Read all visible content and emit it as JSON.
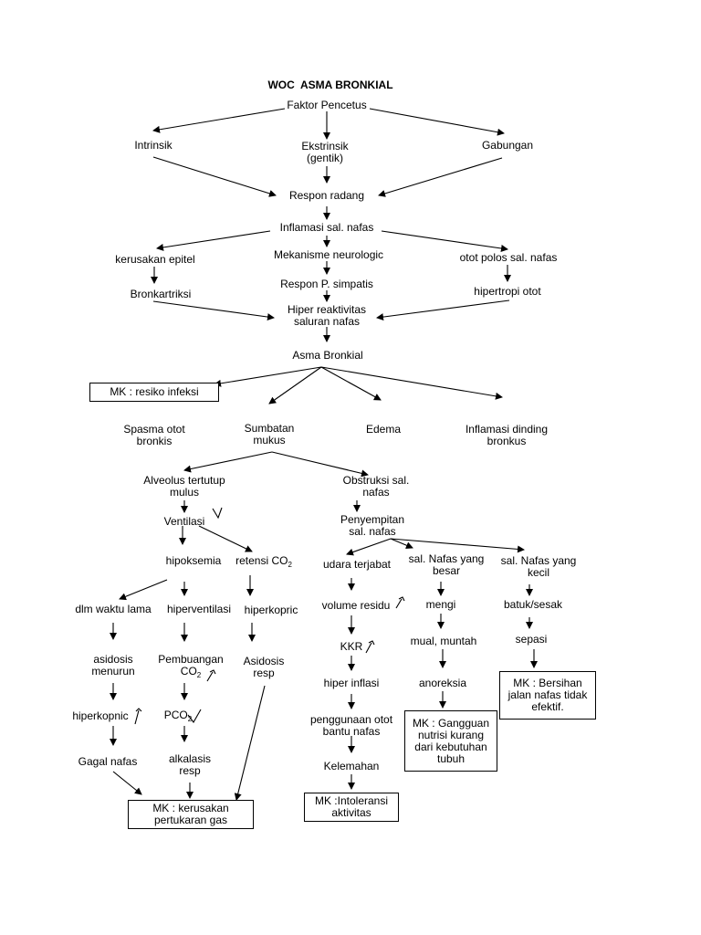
{
  "title": "WOC  ASMA BRONKIAL",
  "nodes": {
    "faktor": "Faktor Pencetus",
    "intrinsik": "Intrinsik",
    "ekstrinsik": "Ekstrinsik\n(gentik)",
    "gabungan": "Gabungan",
    "respon_radang": "Respon radang",
    "inflamasi_sal": "Inflamasi sal. nafas",
    "kerusakan_epitel": "kerusakan epitel",
    "mekanisme": "Mekanisme neurologic",
    "otot_polos": "otot polos sal. nafas",
    "bronkartriksi": "Bronkartriksi",
    "respon_p": "Respon P. simpatis",
    "hipertropi": "hipertropi otot",
    "hiper_reaktivitas": "Hiper reaktivitas\nsaluran nafas",
    "asma": "Asma Bronkial",
    "spasma": "Spasma otot\nbronkis",
    "sumbatan": "Sumbatan\nmukus",
    "edema": "Edema",
    "inflamasi_dinding": "Inflamasi dinding\nbronkus",
    "alveolus": "Alveolus tertutup\nmulus",
    "obstruksi": "Obstruksi sal.\nnafas",
    "ventilasi": "Ventilasi",
    "penyempitan": "Penyempitan\nsal. nafas",
    "hipoksemia": "hipoksemia",
    "retensi": "retensi CO",
    "udara": "udara terjabat",
    "sal_besar": "sal. Nafas yang\nbesar",
    "sal_kecil": "sal. Nafas yang\nkecil",
    "dlm_waktu": "dlm waktu lama",
    "hiperventilasi": "hiperventilasi",
    "hiperkopric": "hiperkopric",
    "volume_residu": "volume residu",
    "mengi": "mengi",
    "batuk": "batuk/sesak",
    "kkr": "KKR",
    "mual": "mual, muntah",
    "sepasi": "sepasi",
    "asidosis_menurun": "asidosis\nmenurun",
    "pembuangan": "Pembuangan\nCO",
    "asidosis_resp": "Asidosis\nresp",
    "hiper_inflasi": "hiper inflasi",
    "anoreksia": "anoreksia",
    "hiperkopnic": "hiperkopnic",
    "pco": "PCO",
    "penggunaan": "penggunaan otot\nbantu nafas",
    "gagal": "Gagal nafas",
    "alkalasis": "alkalasis\nresp",
    "kelemahan": "Kelemahan",
    "sub2": "2"
  },
  "boxes": {
    "infeksi": "MK : resiko infeksi",
    "gangguan": "MK : Gangguan\nnutrisi kurang\ndari kebutuhan\ntubuh",
    "bersihan": "MK : Bersihan\njalan nafas tidak\nefektif.",
    "intoleransi": "MK :Intoleransi\naktivitas",
    "kerusakan_gas": "MK : kerusakan\npertukaran gas"
  }
}
